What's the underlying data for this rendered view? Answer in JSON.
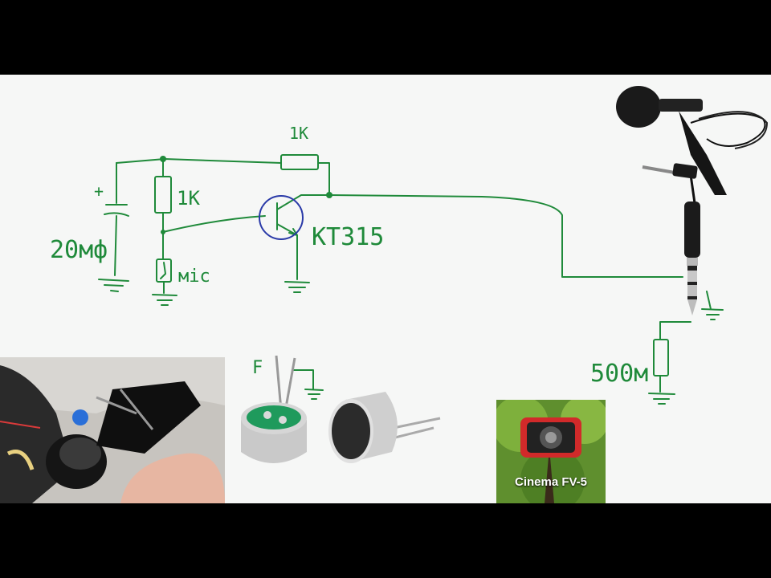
{
  "schematic": {
    "labels": {
      "r_feedback": "1K",
      "r_bias": "1K",
      "capacitor_plus": "+",
      "capacitor_value": "20мф",
      "mic": "мic",
      "transistor": "KT315",
      "r_load": "500м",
      "capsule_pin": "F"
    },
    "ink_color": "#1f8a3a"
  },
  "app_icon": {
    "label": "Cinema FV-5"
  },
  "colors": {
    "letterbox": "#000000",
    "board": "#f6f7f6",
    "ink": "#1f8a3a",
    "ground_ink": "#2aa84a",
    "transistor_circle": "#2a3aa8",
    "app_red": "#d12a2a"
  }
}
